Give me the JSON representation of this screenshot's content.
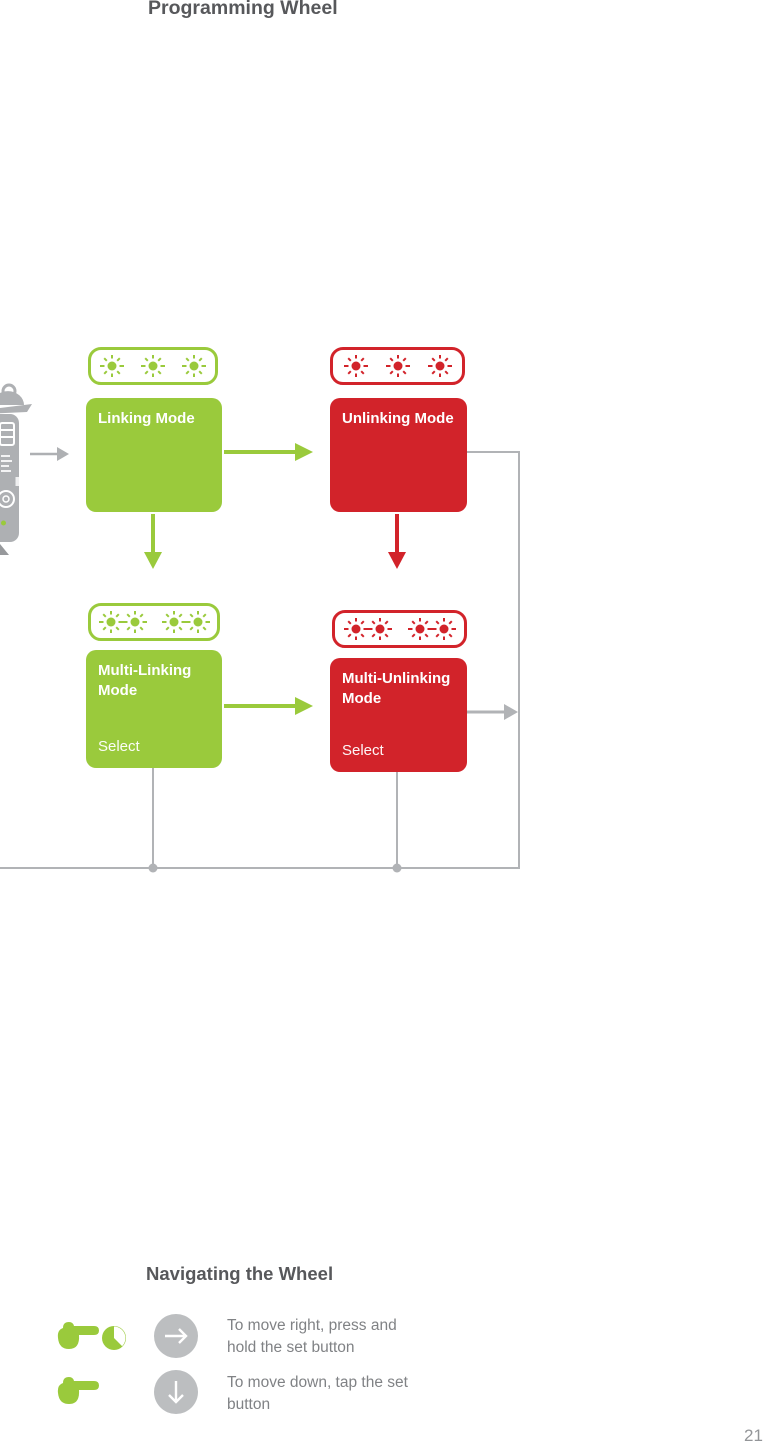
{
  "page": {
    "title": "Programming Wheel",
    "number": "21"
  },
  "colors": {
    "green": "#9ACA3C",
    "red": "#D2232A",
    "connector_gray": "#B1B3B6",
    "icon_circle_gray": "#BCBEC0",
    "body_text_gray": "#808285",
    "heading_gray": "#57585B",
    "page_number_gray": "#939598"
  },
  "wheel": {
    "nodes": [
      {
        "label": "Linking Mode",
        "select": "",
        "color": "#9ACA3C",
        "leds": {
          "count": 3,
          "pattern": "three-blinking"
        }
      },
      {
        "label": "Unlinking Mode",
        "select": "",
        "color": "#D2232A",
        "leds": {
          "count": 3,
          "pattern": "three-blinking"
        }
      },
      {
        "label": "Multi-Linking Mode",
        "select": "Select",
        "color": "#9ACA3C",
        "leds": {
          "count": 4,
          "pattern": "two-pairs-blinking"
        }
      },
      {
        "label": "Multi-Unlinking Mode",
        "select": "Select",
        "color": "#D2232A",
        "leds": {
          "count": 4,
          "pattern": "two-pairs-blinking"
        }
      }
    ]
  },
  "navigating": {
    "heading": "Navigating the Wheel",
    "rows": [
      {
        "hand_icon": "pointing-hand-icon",
        "modifier_icon": "clock-icon",
        "direction_icon": "arrow-right-icon",
        "text": "To move right, press and hold the set button"
      },
      {
        "hand_icon": "pointing-hand-icon",
        "modifier_icon": null,
        "direction_icon": "arrow-down-icon",
        "text": "To move down, tap the set button"
      }
    ]
  }
}
